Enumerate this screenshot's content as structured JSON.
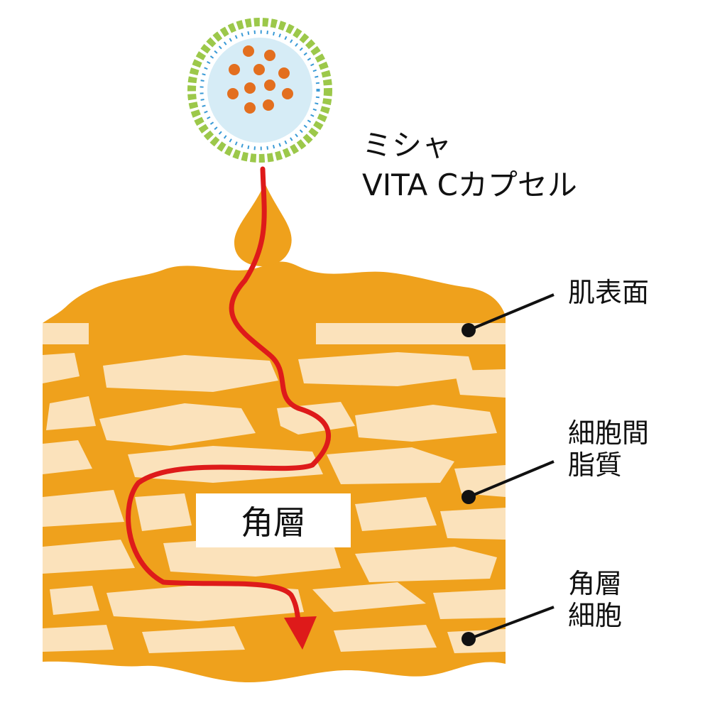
{
  "capsule": {
    "line1": "ミシャ",
    "line2": "VITA Cカプセル"
  },
  "labels": {
    "skin_surface": "肌表面",
    "lipid_line1": "細胞間",
    "lipid_line2": "脂質",
    "cell_line1": "角層",
    "cell_line2": "細胞",
    "stratum": "角層"
  },
  "colors": {
    "lipid": "#efa11c",
    "cell": "#fbe2bb",
    "arrow": "#de1a1a",
    "capsule_core": "#d6ecf6",
    "capsule_dots": "#e36f1f",
    "membrane_outer": "#9cc84a",
    "membrane_inner": "#3a9ad6"
  },
  "icons": [
    "vitamin-c-capsule-icon",
    "leader-dot-icon",
    "arrow-head-icon"
  ]
}
